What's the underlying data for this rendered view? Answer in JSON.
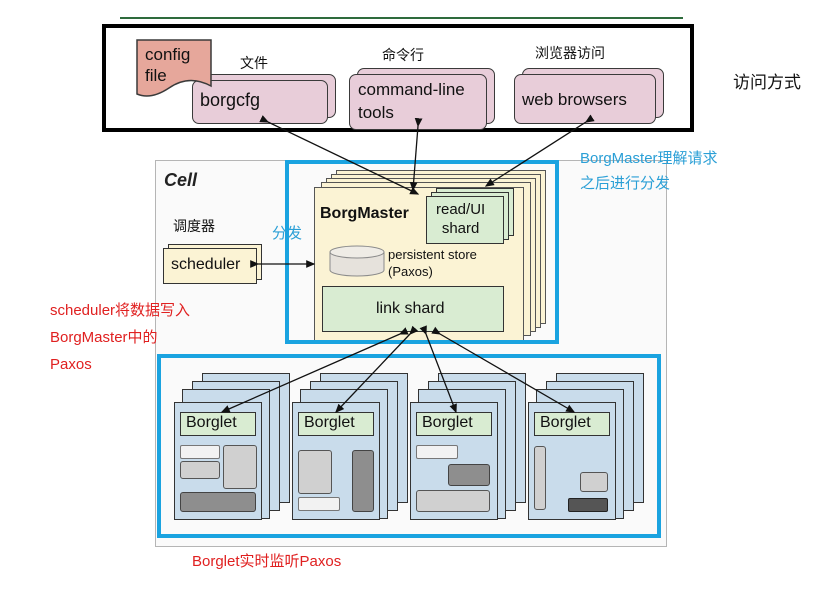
{
  "access": {
    "config_file": "config\nfile",
    "borgcfg": {
      "tag": "文件",
      "label": "borgcfg"
    },
    "cli": {
      "tag": "命令行",
      "label": "command-line\ntools"
    },
    "browser": {
      "tag": "浏览器访问",
      "label": "web browsers"
    },
    "side_label": "访问方式"
  },
  "cell": {
    "title": "Cell",
    "scheduler": {
      "tag": "调度器",
      "label": "scheduler"
    },
    "dispatch_label": "分发",
    "borgmaster": {
      "title": "BorgMaster",
      "read_ui_shard": "read/UI\nshard",
      "persistent_store": "persistent store\n(Paxos)",
      "link_shard": "link shard"
    },
    "borglets": [
      "Borglet",
      "Borglet",
      "Borglet",
      "Borglet"
    ]
  },
  "annotations": {
    "borgmaster_note": "BorgMaster理解请求\n之后进行分发",
    "scheduler_note": "scheduler将数据写入\nBorgMaster中的\nPaxos",
    "borglet_note": "Borglet实时监听Paxos"
  },
  "colors": {
    "cyan_frame": "#1aa3e0",
    "annotation_blue": "#2a9fd6",
    "annotation_red": "#e02020",
    "client_box": "#e8cdd9",
    "master_bg": "#fbf3d4",
    "shard_green": "#d9ecd2",
    "borglet_blue": "#c9dceb"
  }
}
